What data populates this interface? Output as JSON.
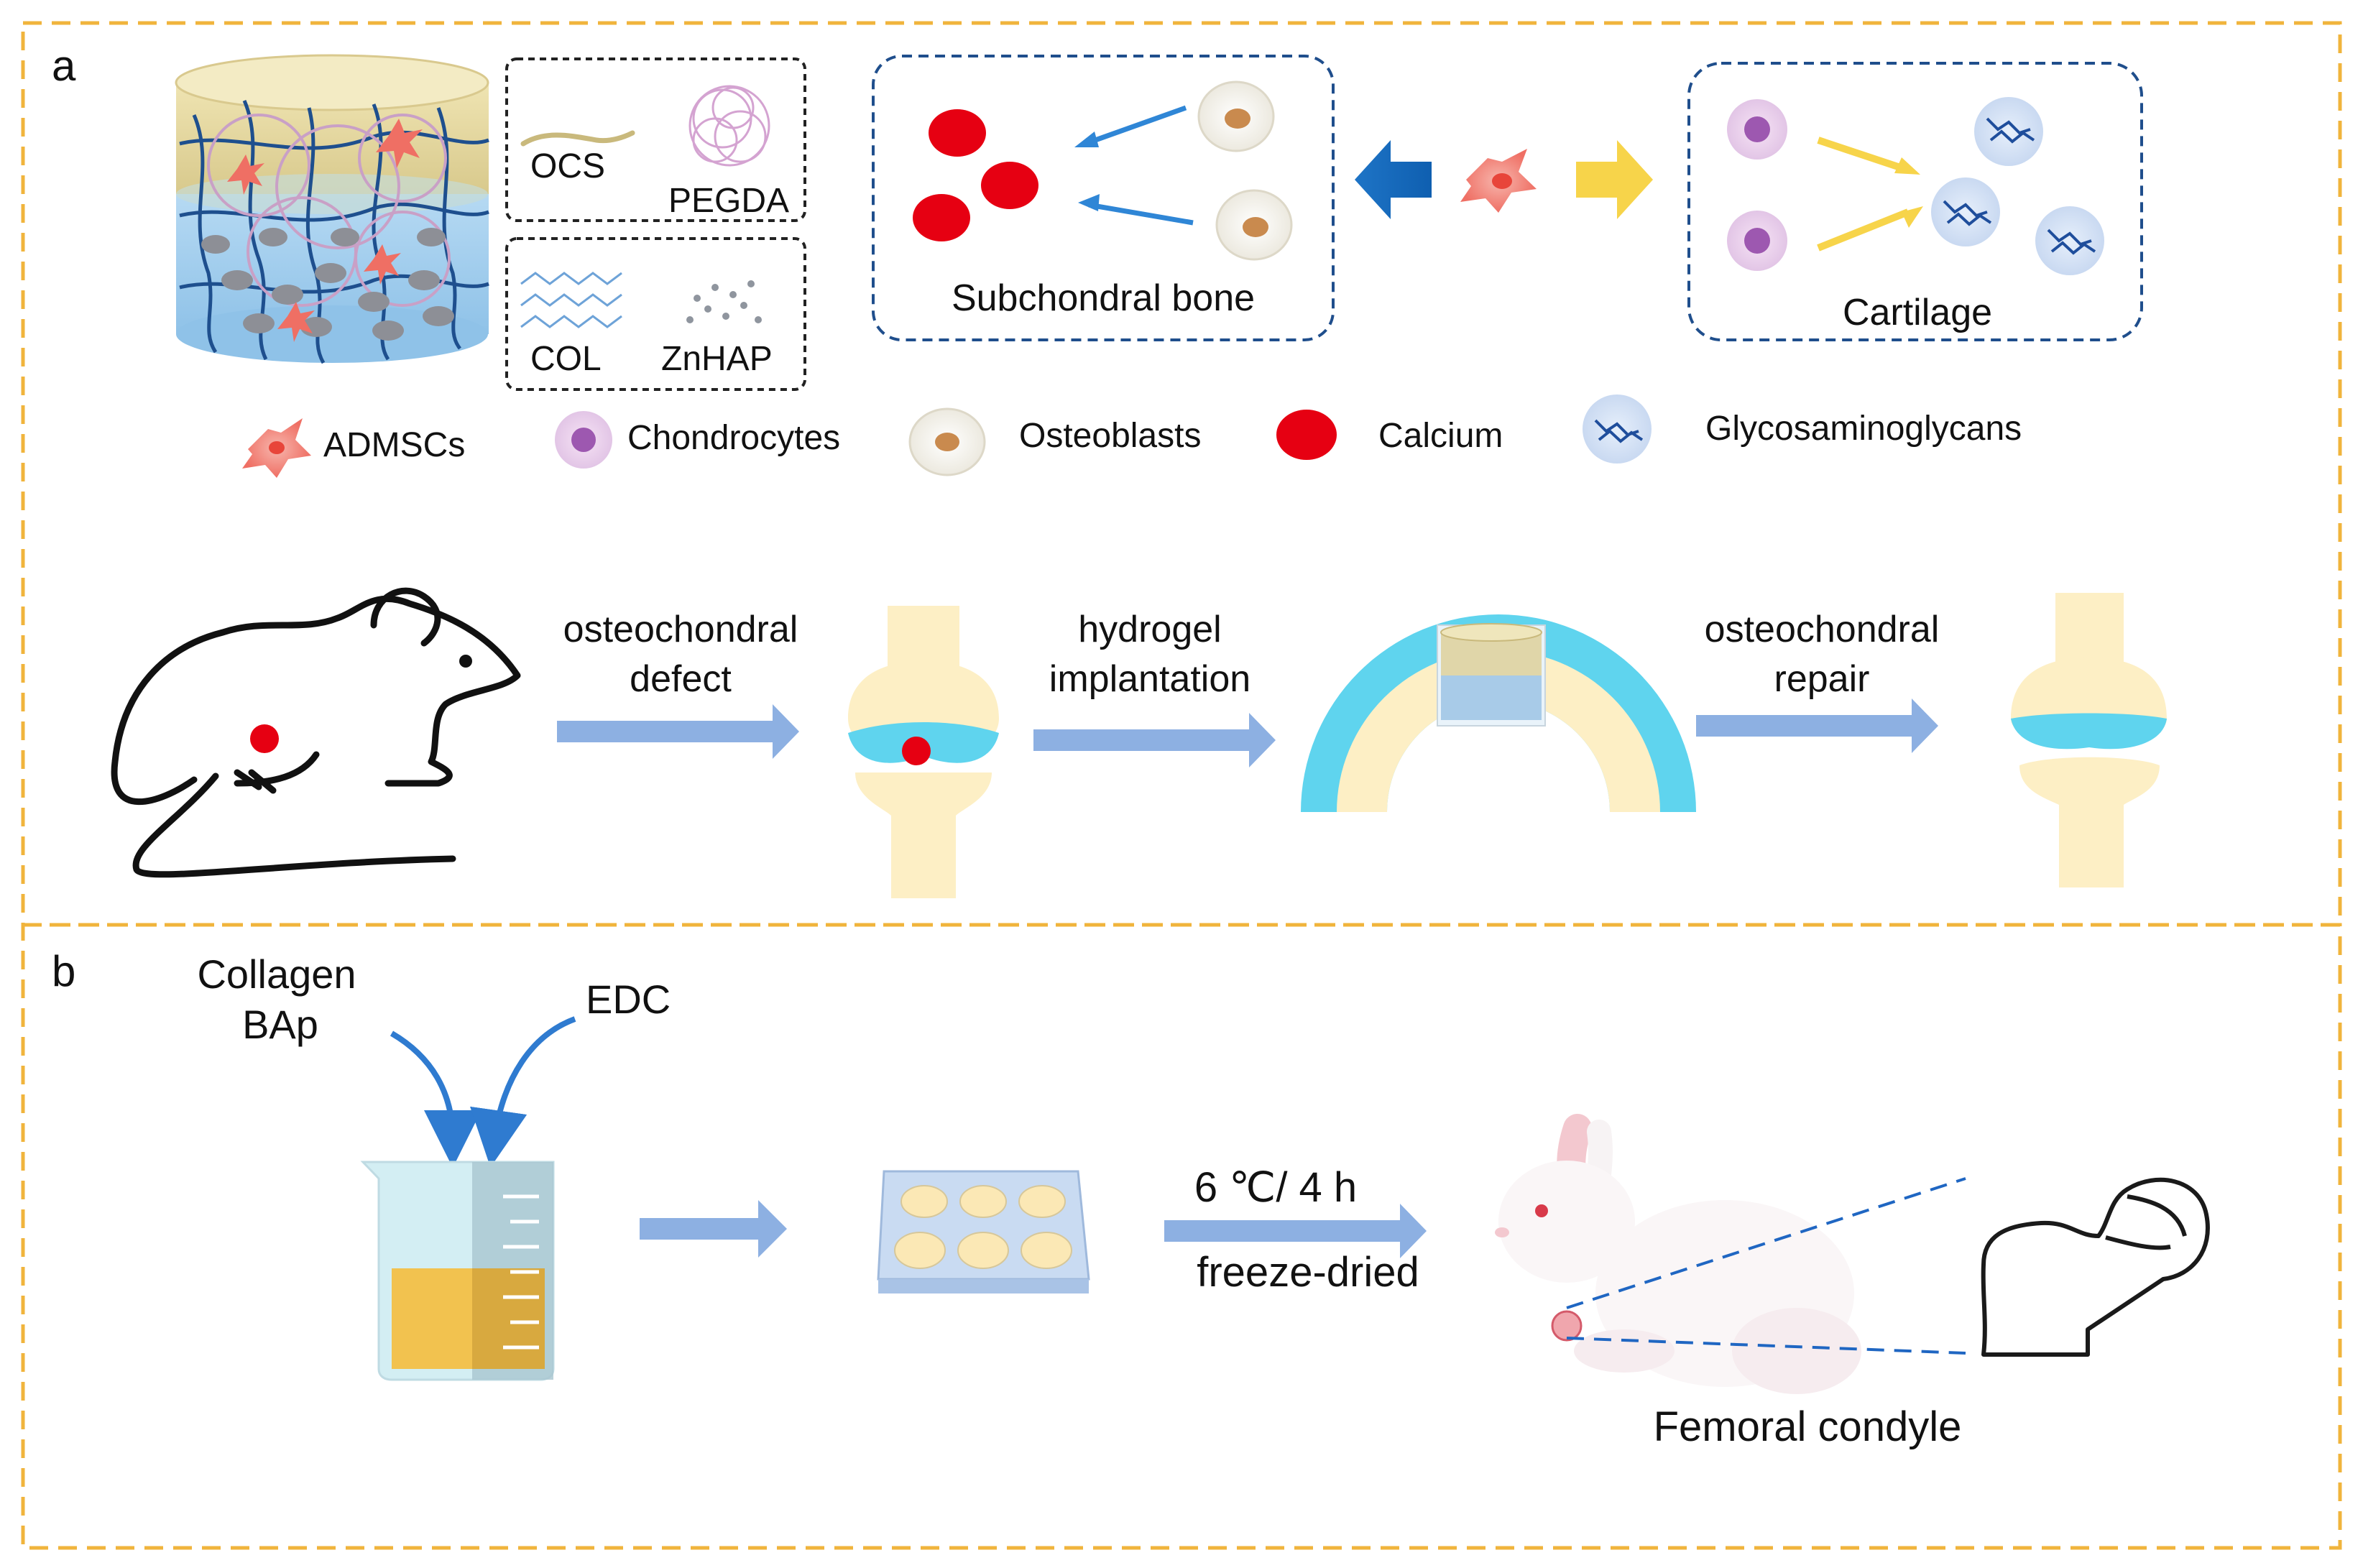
{
  "panel_a": {
    "letter": "a",
    "hydrogel_components": {
      "ocs": "OCS",
      "pegda": "PEGDA",
      "col": "COL",
      "znhap": "ZnHAP"
    },
    "subchondral_label": "Subchondral bone",
    "cartilage_label": "Cartilage",
    "legend": {
      "admscs": "ADMSCs",
      "chondrocytes": "Chondrocytes",
      "osteoblasts": "Osteoblasts",
      "calcium": "Calcium",
      "gags": "Glycosaminoglycans"
    },
    "step1": [
      "osteochondral",
      "defect"
    ],
    "step2": [
      "hydrogel",
      "implantation"
    ],
    "step3": [
      "osteochondral",
      "repair"
    ]
  },
  "panel_b": {
    "letter": "b",
    "reagent_line1": "Collagen",
    "reagent_line2": "BAp",
    "crosslinker": "EDC",
    "condition": "6 ℃/ 4 h",
    "process": "freeze-dried",
    "site_label": "Femoral condyle"
  },
  "colors": {
    "frame_border": "#f0b43c",
    "arrow_blue": "#8db0e2",
    "cartilage_cyan": "#5fd4ee",
    "bone_cream": "#fdefc5",
    "calcium_red": "#e60012",
    "osteo_arrow": "#2f86d6",
    "chondro_arrow": "#f7d44a"
  }
}
